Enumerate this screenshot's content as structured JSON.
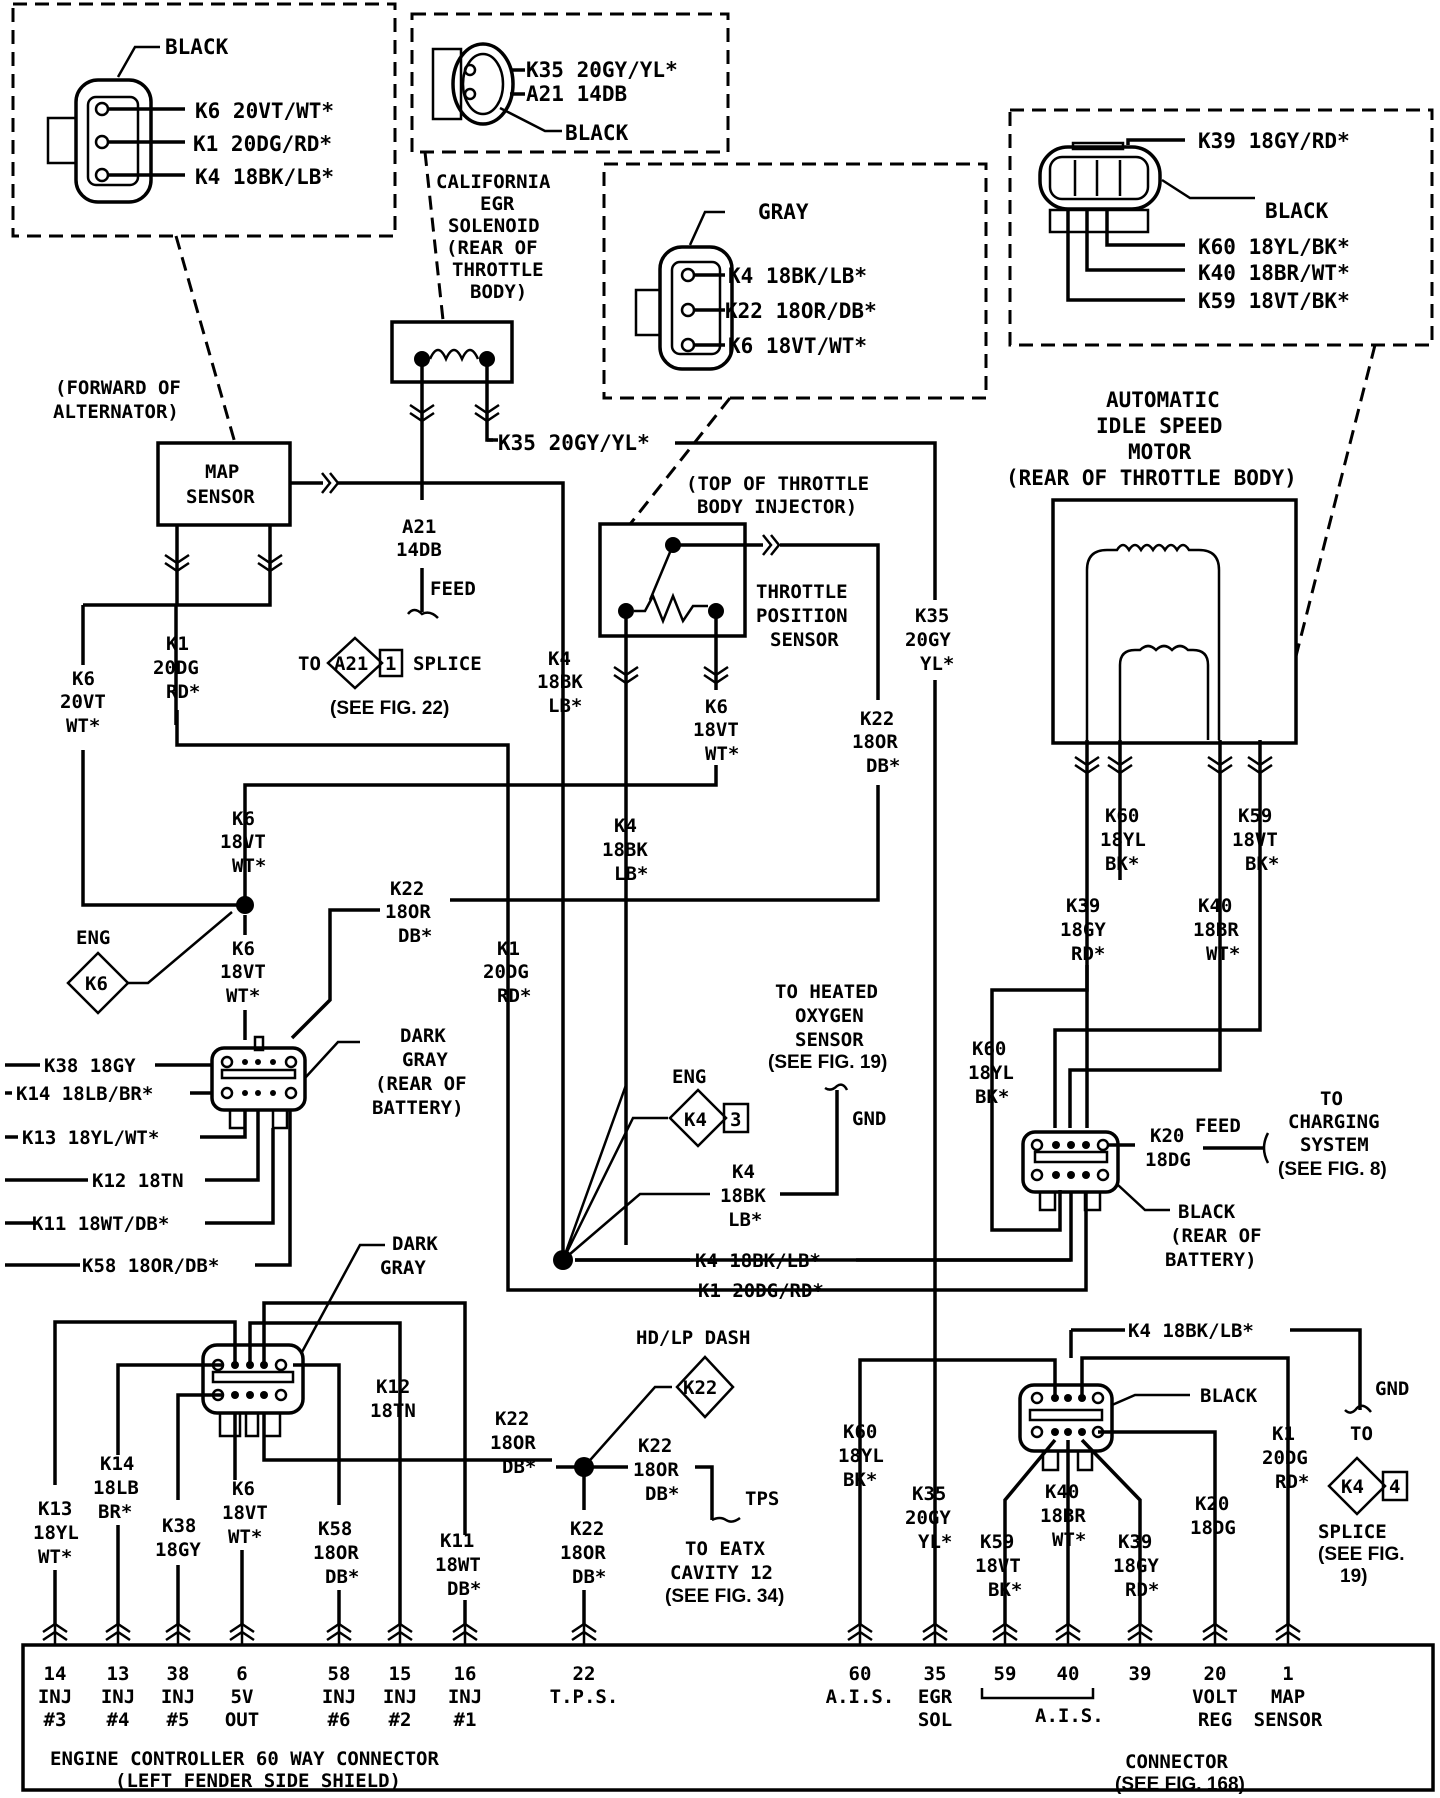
{
  "title": "Engine controller wiring diagram (sensors & injectors)",
  "detail_boxes": {
    "map_connector": {
      "color": "BLACK",
      "pins": [
        "K6 20VT/WT*",
        "K1 20DG/RD*",
        "K4 18BK/LB*"
      ]
    },
    "egr_connector": {
      "color": "BLACK",
      "pins": [
        "K35 20GY/YL*",
        "A21 14DB"
      ]
    },
    "tps_connector": {
      "color": "GRAY",
      "pins": [
        "K4 18BK/LB*",
        "K22 18OR/DB*",
        "K6 18VT/WT*"
      ]
    },
    "ais_connector": {
      "color": "BLACK",
      "pins": [
        "K39 18GY/RD*",
        "K60 18YL/BK*",
        "K40 18BR/WT*",
        "K59 18VT/BK*"
      ]
    }
  },
  "components": {
    "egr": [
      "CALIFORNIA",
      "EGR",
      "SOLENOID",
      "(REAR OF",
      "THROTTLE",
      "BODY)"
    ],
    "map_location": [
      "(FORWARD OF",
      "ALTERNATOR)"
    ],
    "map_sensor": [
      "MAP",
      "SENSOR"
    ],
    "tps_location": [
      "(TOP OF THROTTLE",
      "BODY INJECTOR)"
    ],
    "tps": [
      "THROTTLE",
      "POSITION",
      "SENSOR"
    ],
    "ais": [
      "AUTOMATIC",
      "IDLE SPEED",
      "MOTOR",
      "(REAR OF THROTTLE BODY)"
    ]
  },
  "wire_labels": {
    "k35_top": "K35 20GY/YL*",
    "a21": [
      "A21",
      "14DB"
    ],
    "feed": "FEED",
    "splice_a21": {
      "to": "TO",
      "diamond": "A21",
      "pin": "1",
      "label": "SPLICE",
      "see": "(SEE FIG. 22)"
    },
    "k6_map": [
      "K6",
      "20VT",
      "WT*"
    ],
    "k1_map": [
      "K1",
      "20DG",
      "RD*"
    ],
    "k4_map": [
      "K4",
      "18BK",
      "LB*"
    ],
    "k35_mid": [
      "K35",
      "20GY",
      "YL*"
    ],
    "k6_tps": [
      "K6",
      "18VT",
      "WT*"
    ],
    "k22_tps": [
      "K22",
      "18OR",
      "DB*"
    ],
    "k4_tps": [
      "K4",
      "18BK",
      "LB*"
    ],
    "k6_upper": [
      "K6",
      "18VT",
      "WT*"
    ],
    "k6_lower": [
      "K6",
      "18VT",
      "WT*"
    ],
    "k22_mid": [
      "K22",
      "18OR",
      "DB*"
    ],
    "k1_mid": [
      "K1",
      "20DG",
      "RD*"
    ],
    "eng_k6": {
      "label": "ENG",
      "diamond": "K6"
    },
    "eng_k4": {
      "label": "ENG",
      "diamond": "K4",
      "pin": "3"
    },
    "heated_o2": [
      "TO HEATED",
      "OXYGEN",
      "SENSOR",
      "(SEE FIG. 19)"
    ],
    "gnd": "GND",
    "k4_gnd": [
      "K4",
      "18BK",
      "LB*"
    ],
    "k4_run": "K4 18BK/LB*",
    "k1_run": "K1 20DG/RD*",
    "ais_wires": {
      "k60": [
        "K60",
        "18YL",
        "BK*"
      ],
      "k59": [
        "K59",
        "18VT",
        "BK*"
      ],
      "k39": [
        "K39",
        "18GY",
        "RD*"
      ],
      "k40": [
        "K40",
        "18BR",
        "WT*"
      ],
      "k60b": [
        "K60",
        "18YL",
        "BK*"
      ]
    },
    "k20": [
      "K20",
      "18DG"
    ],
    "charging": [
      "TO",
      "CHARGING",
      "SYSTEM",
      "(SEE FIG. 8)"
    ],
    "black_battery": [
      "BLACK",
      "(REAR OF",
      "BATTERY)"
    ],
    "dark_gray_battery": [
      "DARK",
      "GRAY",
      "(REAR OF",
      "BATTERY)"
    ],
    "left_wires": [
      "K38 18GY",
      "K14 18LB/BR*",
      "K13 18YL/WT*",
      "K12 18TN",
      "K11 18WT/DB*",
      "K58 18OR/DB*"
    ],
    "dark_gray_lower": [
      "DARK",
      "GRAY"
    ],
    "hdlp_dash": "HD/LP DASH",
    "k22_diamond": "K22",
    "k22_left": [
      "K22",
      "18OR",
      "DB*"
    ],
    "k22_right": [
      "K22",
      "18OR",
      "DB*"
    ],
    "k22_down": [
      "K22",
      "18OR",
      "DB*"
    ],
    "tps": "TPS",
    "eatx": [
      "TO EATX",
      "CAVITY 12",
      "(SEE FIG. 34)"
    ],
    "k4_black_top": "K4 18BK/LB*",
    "black_lower": "BLACK",
    "gnd2": "GND",
    "to_splice": {
      "to": "TO",
      "diamond": "K4",
      "pin": "4",
      "label": "SPLICE",
      "see": [
        "(SEE FIG.",
        "19)"
      ]
    }
  },
  "lower_left_wires": [
    {
      "code": "K13",
      "gauge": "18YL",
      "color": "WT*"
    },
    {
      "code": "K14",
      "gauge": "18LB",
      "color": "BR*"
    },
    {
      "code": "K38",
      "gauge": "18GY",
      "color": ""
    },
    {
      "code": "K6",
      "gauge": "18VT",
      "color": "WT*"
    },
    {
      "code": "K58",
      "gauge": "18OR",
      "color": "DB*"
    },
    {
      "code": "K12",
      "gauge": "18TN",
      "color": ""
    },
    {
      "code": "K11",
      "gauge": "18WT",
      "color": "DB*"
    }
  ],
  "lower_right_wires": [
    {
      "code": "K60",
      "gauge": "18YL",
      "color": "BK*"
    },
    {
      "code": "K35",
      "gauge": "20GY",
      "color": "YL*"
    },
    {
      "code": "K59",
      "gauge": "18VT",
      "color": "BK*"
    },
    {
      "code": "K40",
      "gauge": "18BR",
      "color": "WT*"
    },
    {
      "code": "K39",
      "gauge": "18GY",
      "color": "RD*"
    },
    {
      "code": "K20",
      "gauge": "18DG",
      "color": ""
    },
    {
      "code": "K1",
      "gauge": "20DG",
      "color": "RD*"
    }
  ],
  "controller": {
    "pins": [
      {
        "num": "14",
        "l1": "INJ",
        "l2": "#3"
      },
      {
        "num": "13",
        "l1": "INJ",
        "l2": "#4"
      },
      {
        "num": "38",
        "l1": "INJ",
        "l2": "#5"
      },
      {
        "num": "6",
        "l1": "5V",
        "l2": "OUT"
      },
      {
        "num": "58",
        "l1": "INJ",
        "l2": "#6"
      },
      {
        "num": "15",
        "l1": "INJ",
        "l2": "#2"
      },
      {
        "num": "16",
        "l1": "INJ",
        "l2": "#1"
      },
      {
        "num": "22",
        "l1": "T.P.S.",
        "l2": ""
      },
      {
        "num": "60",
        "l1": "A.I.S.",
        "l2": ""
      },
      {
        "num": "35",
        "l1": "EGR",
        "l2": "SOL"
      },
      {
        "num": "59",
        "l1": "",
        "l2": ""
      },
      {
        "num": "40",
        "l1": "",
        "l2": ""
      },
      {
        "num": "39",
        "l1": "",
        "l2": ""
      },
      {
        "num": "20",
        "l1": "VOLT",
        "l2": "REG"
      },
      {
        "num": "1",
        "l1": "MAP",
        "l2": "SENSOR"
      }
    ],
    "ais_group": "A.I.S.",
    "name": "ENGINE CONTROLLER 60 WAY CONNECTOR",
    "location": "(LEFT FENDER SIDE SHIELD)",
    "connector": "CONNECTOR",
    "see": "(SEE FIG. 168)"
  }
}
